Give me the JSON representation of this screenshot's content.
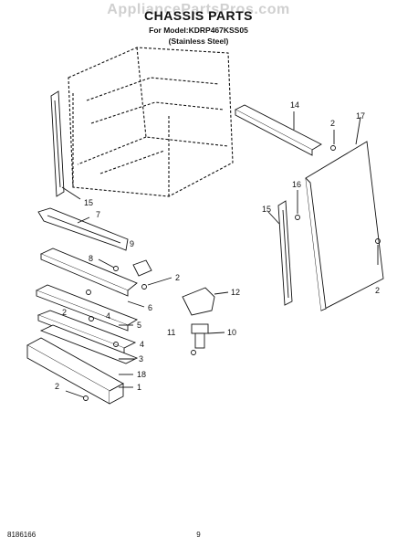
{
  "watermark": "AppliancePartsPros.com",
  "header": {
    "title": "CHASSIS PARTS",
    "model_line": "For Model:KDRP467KSS05",
    "finish_line": "(Stainless Steel)"
  },
  "footer": {
    "doc_number": "8186166",
    "page_number": "9"
  },
  "callouts": {
    "c14": "14",
    "c2a": "2",
    "c17": "17",
    "c16": "16",
    "c15a": "15",
    "c15b": "15",
    "c7": "7",
    "c9": "9",
    "c8": "8",
    "c2b": "2",
    "c12": "12",
    "c6": "6",
    "c2c": "2",
    "c4a": "4",
    "c5": "5",
    "c11": "11",
    "c10": "10",
    "c4b": "4",
    "c3": "3",
    "c18": "18",
    "c2d": "2",
    "c1": "1",
    "c2e": "2"
  }
}
